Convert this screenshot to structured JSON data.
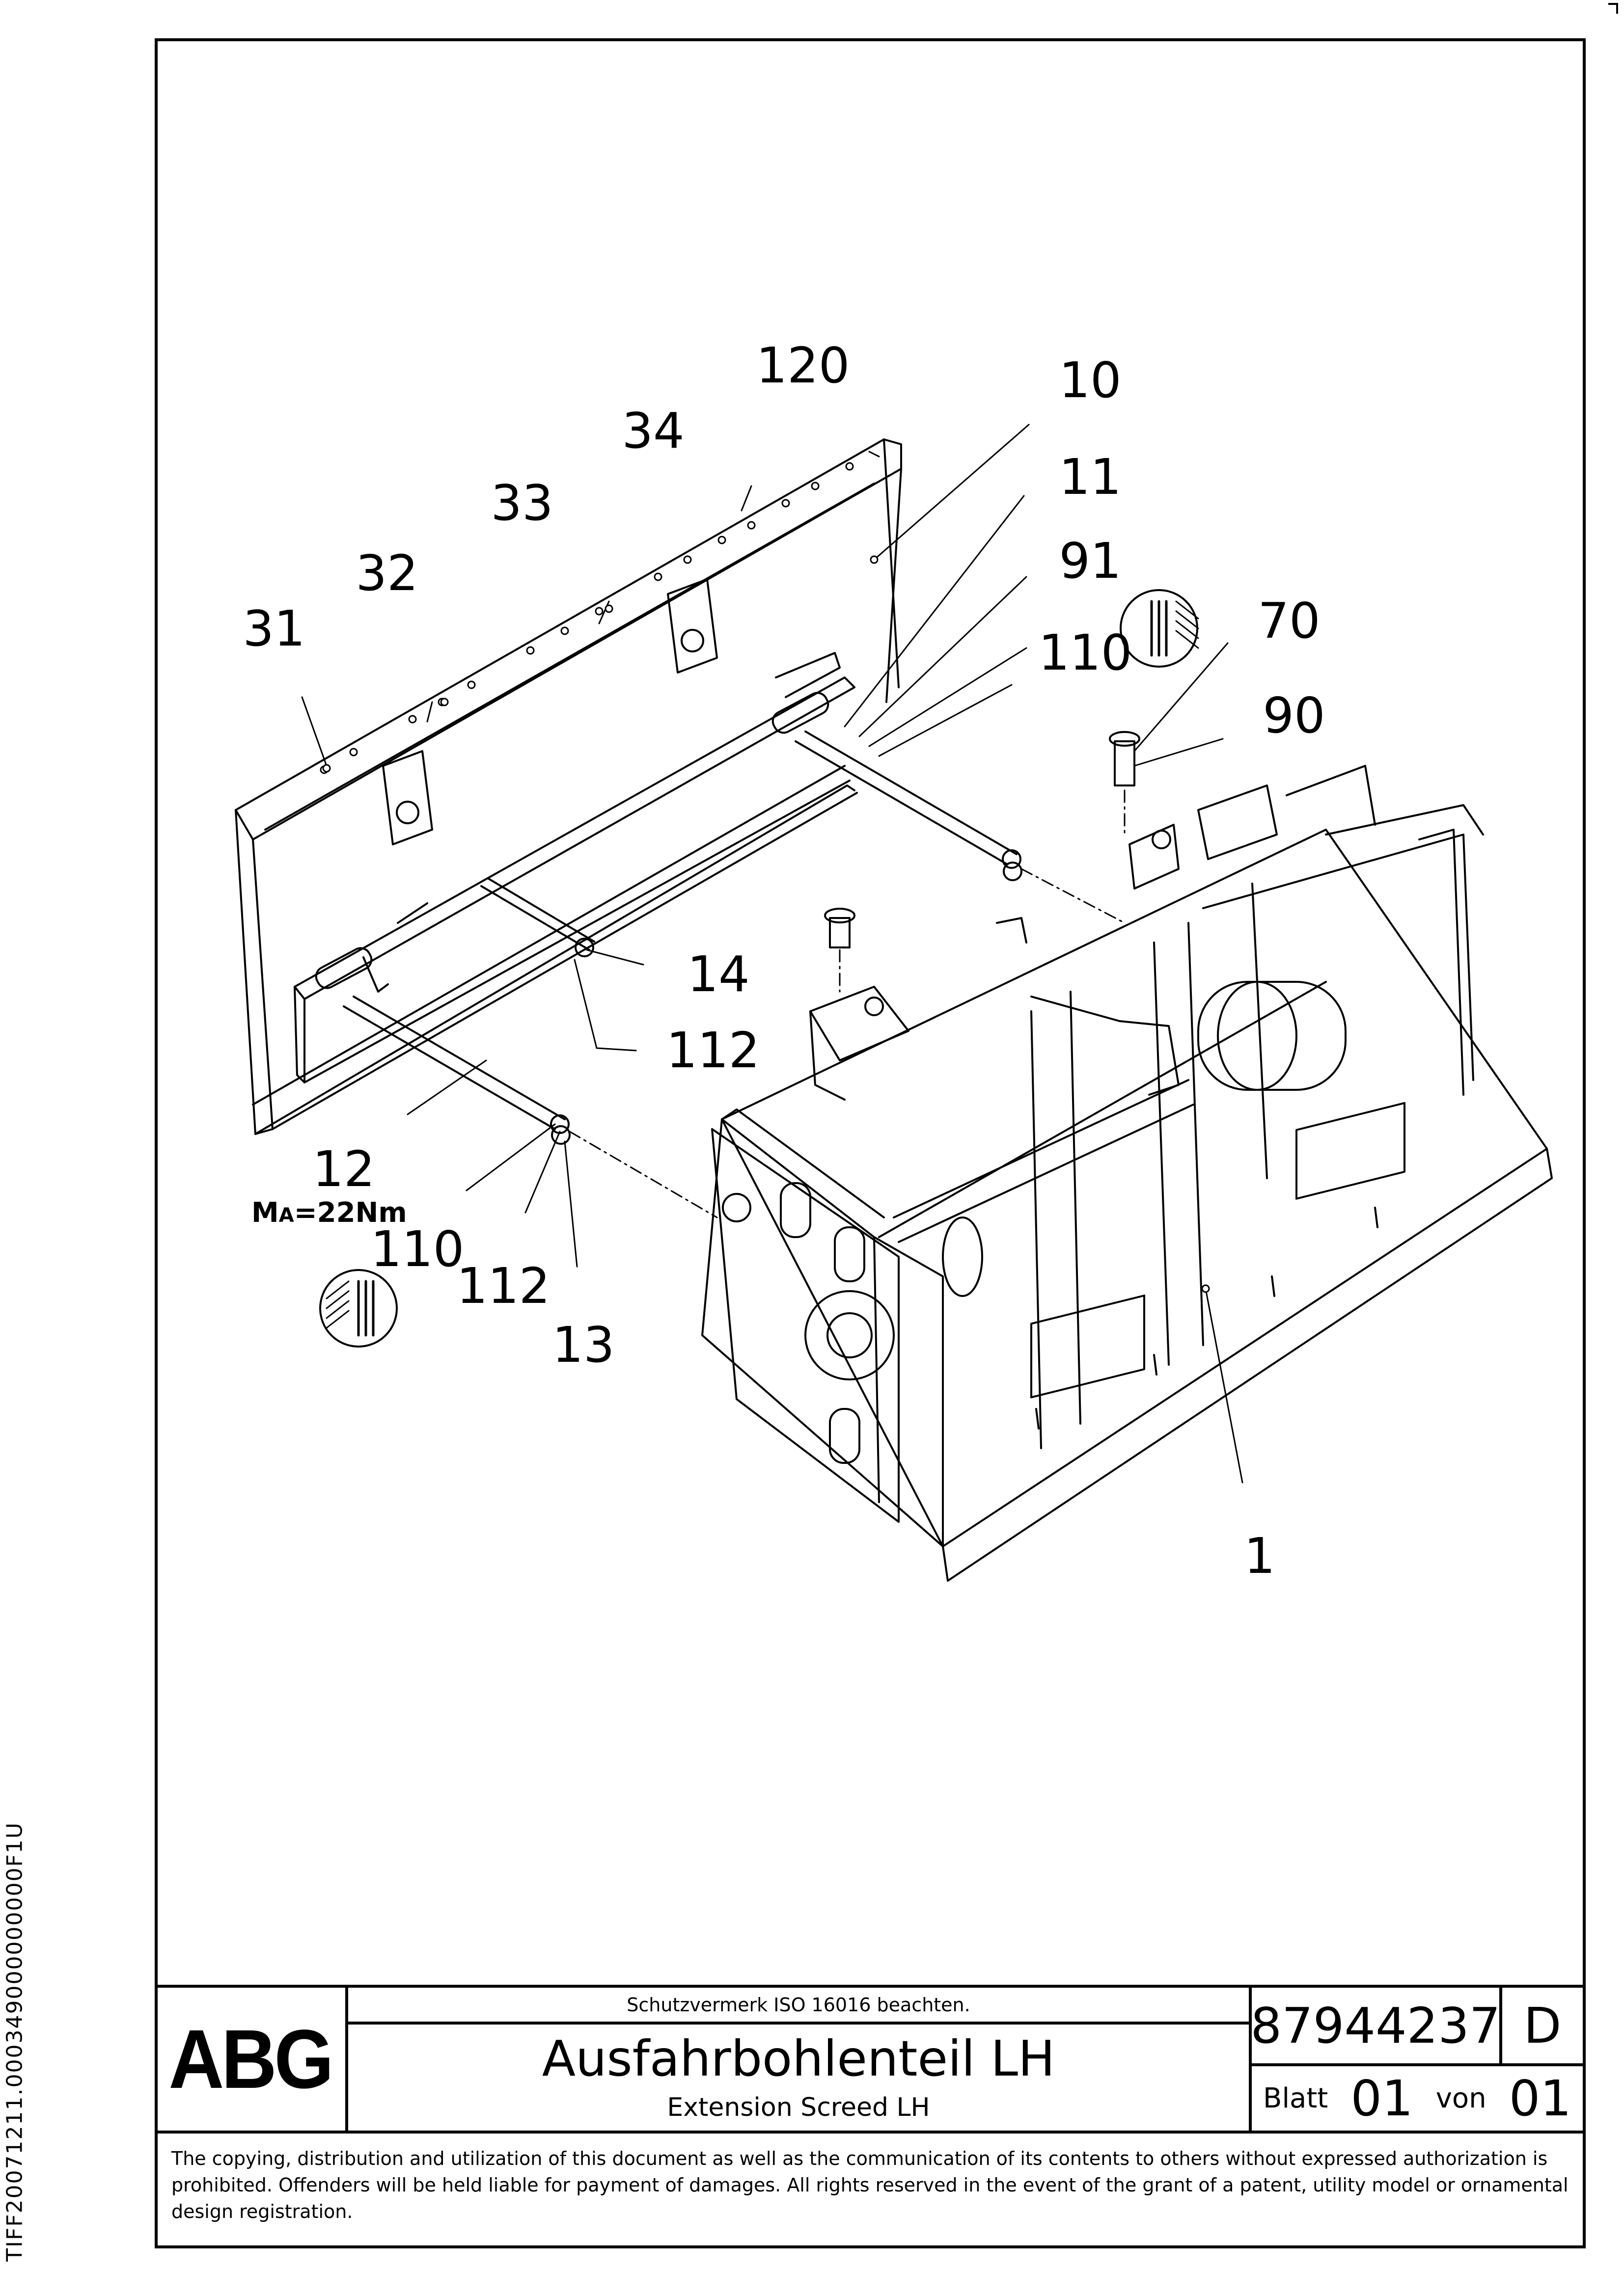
{
  "side_code": "TIFF20071211.000349000000000F1U",
  "callouts": [
    {
      "id": "120",
      "label": "120"
    },
    {
      "id": "10",
      "label": "10"
    },
    {
      "id": "34",
      "label": "34"
    },
    {
      "id": "11",
      "label": "11"
    },
    {
      "id": "33",
      "label": "33"
    },
    {
      "id": "91",
      "label": "91"
    },
    {
      "id": "32",
      "label": "32"
    },
    {
      "id": "31",
      "label": "31"
    },
    {
      "id": "110a",
      "label": "110"
    },
    {
      "id": "70",
      "label": "70"
    },
    {
      "id": "90",
      "label": "90"
    },
    {
      "id": "14",
      "label": "14"
    },
    {
      "id": "112a",
      "label": "112"
    },
    {
      "id": "12",
      "label": "12"
    },
    {
      "id": "110b",
      "label": "110"
    },
    {
      "id": "112b",
      "label": "112"
    },
    {
      "id": "13",
      "label": "13"
    },
    {
      "id": "1",
      "label": "1"
    }
  ],
  "torque": {
    "symbol": "M",
    "subscript": "A",
    "value": "=22Nm"
  },
  "title_block": {
    "logo": "ABG",
    "protection_note": "Schutzvermerk ISO 16016 beachten.",
    "title": "Ausfahrbohlenteil LH",
    "subtitle": "Extension Screed LH",
    "drawing_number": "87944237",
    "revision": "D",
    "sheet_label": "Blatt",
    "sheet_number": "01",
    "of_label": "von",
    "sheet_total": "01"
  },
  "copyright": "The copying, distribution and utilization of this document as well as the communication of its contents to others without expressed authorization is prohibited. Offenders will be held liable for payment of damages. All rights reserved in the event of the grant of a patent, utility model or ornamental design registration."
}
